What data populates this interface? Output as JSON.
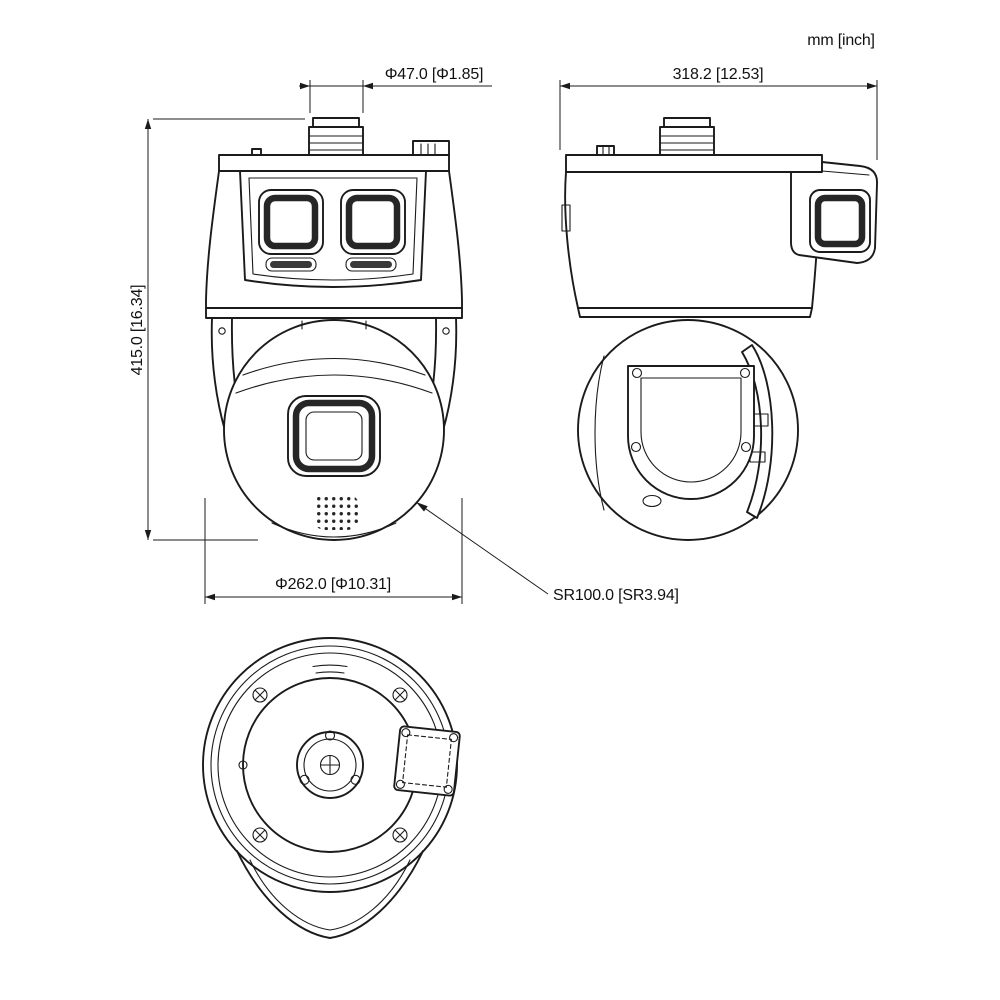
{
  "units_label": "mm [inch]",
  "dimensions": {
    "front_top_diameter": "Φ47.0 [Φ1.85]",
    "front_height": "415.0 [16.34]",
    "front_bottom_diameter": "Φ262.0 [Φ10.31]",
    "side_width": "318.2 [12.53]",
    "dome_sphere_radius": "SR100.0 [SR3.94]"
  },
  "colors": {
    "line": "#1b1b1b",
    "background": "#ffffff"
  }
}
